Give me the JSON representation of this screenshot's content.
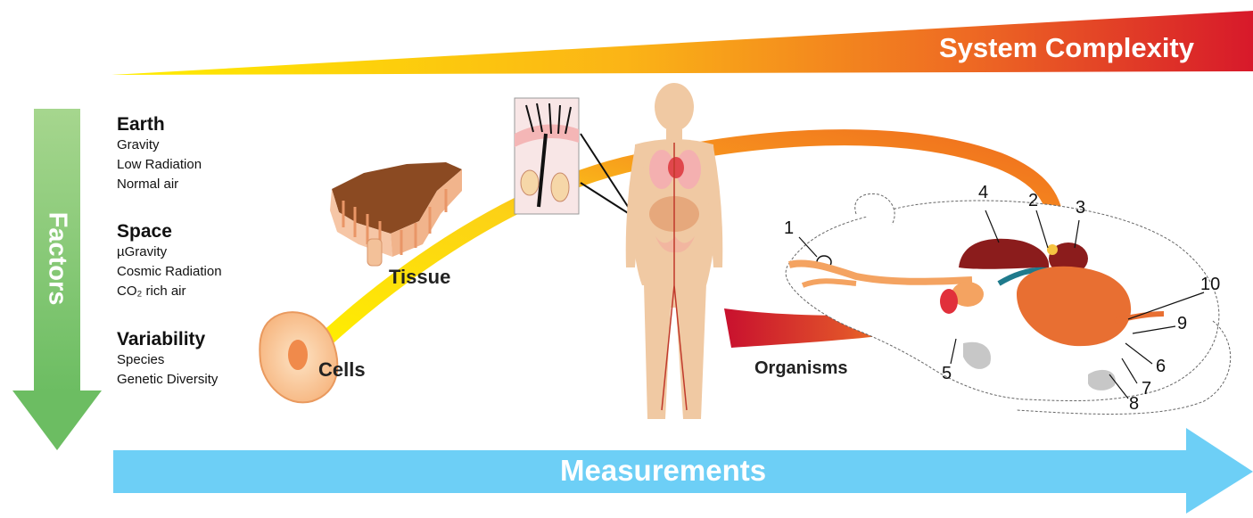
{
  "system_complexity": {
    "label": "System Complexity"
  },
  "factors": {
    "label": "Factors"
  },
  "measurements": {
    "label": "Measurements"
  },
  "factor_groups": [
    {
      "title": "Earth",
      "items": [
        "Gravity",
        "Low Radiation",
        "Normal air"
      ]
    },
    {
      "title": "Space",
      "items": [
        "µGravity",
        "Cosmic Radiation",
        "CO₂ rich air"
      ]
    },
    {
      "title": "Variability",
      "items": [
        "Species",
        "Genetic Diversity"
      ]
    }
  ],
  "stages": {
    "cells": "Cells",
    "tissue": "Tissue",
    "organisms": "Organisms"
  },
  "organ_numbers": [
    "1",
    "2",
    "3",
    "4",
    "5",
    "6",
    "7",
    "8",
    "9",
    "10"
  ],
  "colors": {
    "gradient_start": "#ffee00",
    "gradient_mid": "#f7941d",
    "gradient_end": "#d7192a",
    "factors_arrow": "#7cc576",
    "measurements_arrow": "#6dcff6"
  }
}
